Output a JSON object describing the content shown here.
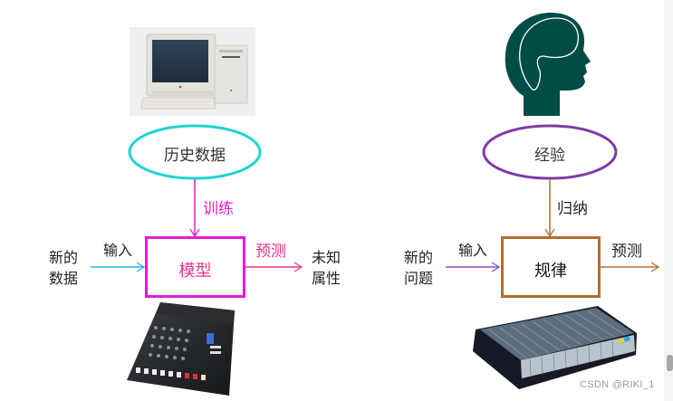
{
  "left_panel": {
    "image_top": "computer-image",
    "source_node": {
      "label": "历史数据",
      "color": "#1fd3d3"
    },
    "edge_down": {
      "label": "训练",
      "color": "#e61fc8"
    },
    "center_box": {
      "label": "模型",
      "border_color": "#e619d6",
      "text_color": "#e8348a"
    },
    "input": {
      "source_label_line1": "新的",
      "source_label_line2": "数据",
      "edge_label": "输入",
      "color": "#25b8e8"
    },
    "output": {
      "edge_label": "预测",
      "edge_color": "#e8348a",
      "target_label_line1": "未知",
      "target_label_line2": "属性"
    },
    "image_bottom": "audio-mixer-image"
  },
  "right_panel": {
    "image_top": "head-silhouette-image",
    "source_node": {
      "label": "经验",
      "color": "#7e3ba6"
    },
    "edge_down": {
      "label": "归纳",
      "color": "#b36f2c"
    },
    "center_box": {
      "label": "规律",
      "border_color": "#b36f2c",
      "text_color": "#111111"
    },
    "input": {
      "source_label_line1": "新的",
      "source_label_line2": "问题",
      "edge_label": "输入",
      "color": "#8e4cc0"
    },
    "output": {
      "edge_label": "预测",
      "edge_color": "#b36f2c"
    },
    "image_bottom": "large-audio-mixer-image"
  },
  "watermark": "CSDN @RIKI_1"
}
